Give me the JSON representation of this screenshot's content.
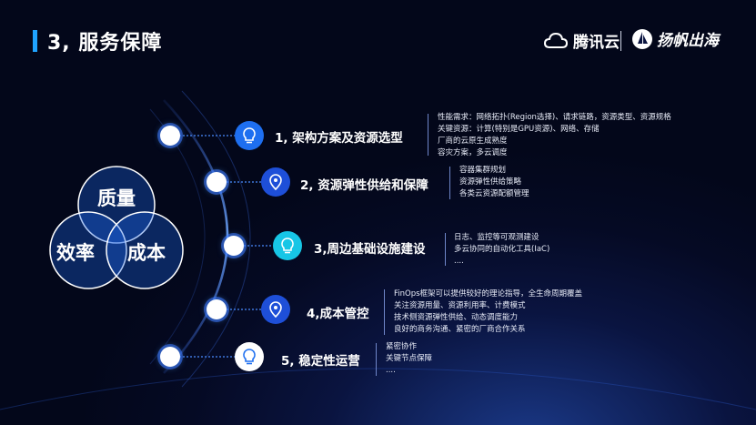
{
  "header": {
    "title": "3, 服务保障",
    "logo_tencent": "腾讯云",
    "logo_yangfan": "扬帆出海"
  },
  "venn": {
    "top": "质量",
    "left": "效率",
    "right": "成本"
  },
  "items": [
    {
      "title": "1, 架构方案及资源选型",
      "lines": [
        "性能需求：网络拓扑(Region选择)、请求链路，资源类型、资源规格",
        "关键资源：计算(特别是GPU资源)、网络、存储",
        "厂商的云原生成熟度",
        "容灾方案，多云调度"
      ]
    },
    {
      "title": "2, 资源弹性供给和保障",
      "lines": [
        "容器集群规划",
        "资源弹性供给策略",
        "各类云资源配额管理"
      ]
    },
    {
      "title": "3,周边基础设施建设",
      "lines": [
        "日志、监控等可观测建设",
        "多云协同的自动化工具(IaC)",
        "...."
      ]
    },
    {
      "title": "4,成本管控",
      "lines": [
        "FinOps框架可以提供较好的理论指导，全生命周期覆盖",
        "关注资源用量、资源利用率、计费模式",
        "技术侧资源弹性供给、动态调度能力",
        "良好的商务沟通、紧密的厂商合作关系"
      ]
    },
    {
      "title": "5, 稳定性运营",
      "lines": [
        "紧密协作",
        "关键节点保障",
        "...."
      ]
    }
  ],
  "colors": {
    "accent": "#1fa3ff",
    "icon_blue": "#1e6ff0",
    "icon_cyan": "#17c6e6",
    "icon_white": "#ffffff"
  },
  "icons": [
    "lightbulb-icon",
    "location-pin-icon",
    "lightbulb-icon",
    "location-pin-icon",
    "lightbulb-icon"
  ]
}
